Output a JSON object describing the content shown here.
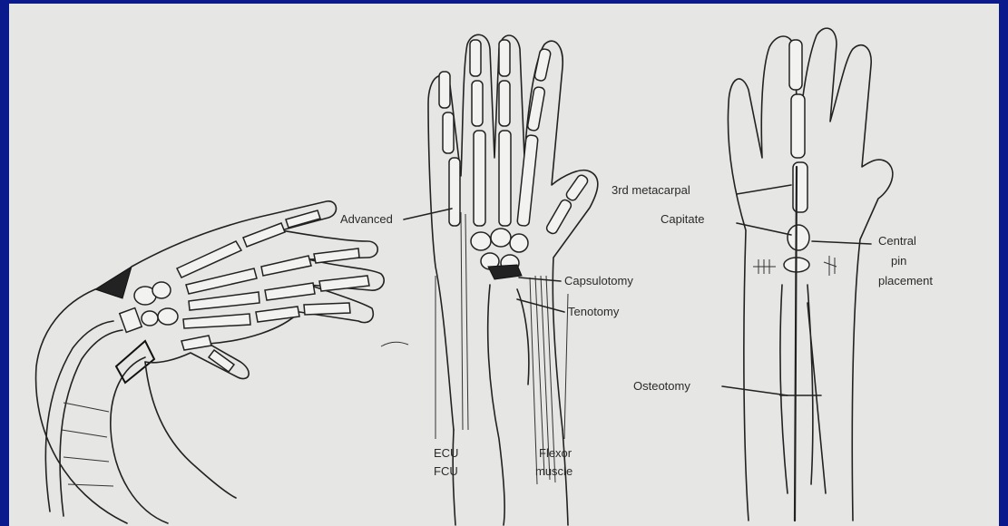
{
  "labels": {
    "advanced": "Advanced",
    "capsulotomy": "Capsulotomy",
    "tenotomy": "Tenotomy",
    "ecu": "ECU",
    "fcu": "FCU",
    "flexor": "Flexor",
    "muscle": "muscle",
    "third_metacarpal": "3rd metacarpal",
    "capitate": "Capitate",
    "central": "Central",
    "pin": "pin",
    "placement": "placement",
    "osteotomy": "Osteotomy"
  },
  "colors": {
    "border": "#0a1a8c",
    "paper": "#e6e6e4",
    "ink": "#222222"
  }
}
